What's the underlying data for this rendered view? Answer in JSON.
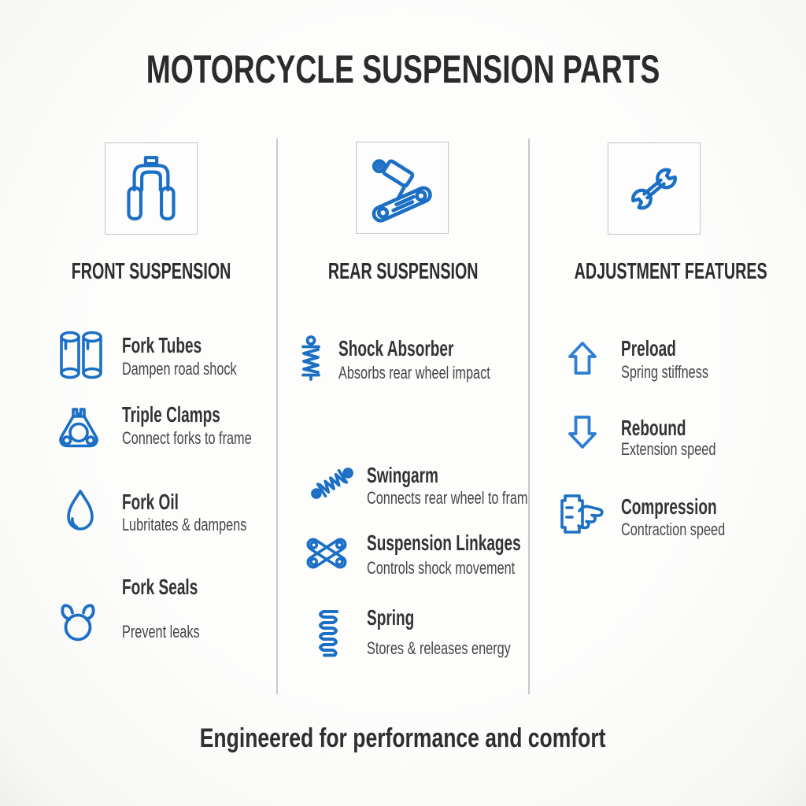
{
  "page": {
    "title": "MOTORCYCLE SUSPENSION PARTS",
    "footer": "Engineered for performance and comfort"
  },
  "colors": {
    "accent_blue": "#1b6fc5",
    "accent_blue_light": "#2e7fd1",
    "heading_dark": "#2d2d2d",
    "body_text": "#464646",
    "divider_gray": "#c9c9c9",
    "icon_box_border": "#c4c4c4",
    "background": "#fdfdfc"
  },
  "columns": [
    {
      "header": "FRONT SUSPENSION",
      "header_icon": "front-fork-icon",
      "items": [
        {
          "icon": "fork-tubes-icon",
          "title": "Fork Tubes",
          "desc": "Dampen road shock"
        },
        {
          "icon": "triple-clamp-icon",
          "title": "Triple Clamps",
          "desc": "Connect forks to frame"
        },
        {
          "icon": "fork-oil-drop-icon",
          "title": "Fork Oil",
          "desc": "Lubritates & dampens"
        },
        {
          "icon": "fork-seal-icon",
          "title": "Fork Seals",
          "desc": "Prevent leaks"
        }
      ]
    },
    {
      "header": "REAR SUSPENSION",
      "header_icon": "shock-swingarm-icon",
      "items": [
        {
          "icon": "shock-absorber-icon",
          "title": "Shock Absorber",
          "desc": "Absorbs rear wheel impact"
        },
        {
          "icon": "swingarm-shock-icon",
          "title": "Swingarm",
          "desc": "Connects rear wheel to fram"
        },
        {
          "icon": "suspension-linkages-icon",
          "title": "Suspension Linkages",
          "desc": "Controls shock movement"
        },
        {
          "icon": "coil-spring-icon",
          "title": "Spring",
          "desc": "Stores & releases energy"
        }
      ]
    },
    {
      "header": "ADJUSTMENT FEATURES",
      "header_icon": "wrench-icon",
      "items": [
        {
          "icon": "arrow-up-icon",
          "title": "Preload",
          "desc": "Spring stiffness"
        },
        {
          "icon": "arrow-down-icon",
          "title": "Rebound",
          "desc": "Extension speed"
        },
        {
          "icon": "compression-hand-icon",
          "title": "Compression",
          "desc": "Contraction speed"
        }
      ]
    }
  ]
}
